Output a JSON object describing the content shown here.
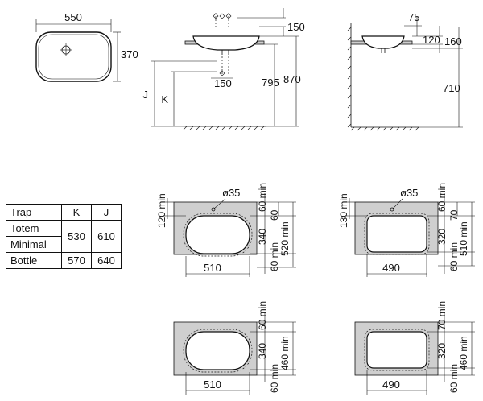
{
  "top_view": {
    "width_label": "550",
    "depth_label": "370"
  },
  "front_view": {
    "labels": [
      "150",
      "150",
      "795",
      "870"
    ],
    "j_label": "J",
    "k_label": "K"
  },
  "side_view": {
    "labels": [
      "75",
      "120",
      "160",
      "710"
    ]
  },
  "trap_table": {
    "header": [
      "Trap",
      "K",
      "J"
    ],
    "rows": [
      {
        "name": "Totem"
      },
      {
        "name": "Minimal",
        "k": "530",
        "j": "610"
      },
      {
        "name": "Bottle",
        "k": "570",
        "j": "640"
      }
    ]
  },
  "cutouts": [
    {
      "id": "a",
      "hole": "ø35",
      "top_min": "120 min",
      "right_min": "60 min",
      "right_gap": "60",
      "height": "340",
      "total": "520 min",
      "bottom_min": "60 min",
      "width": "510"
    },
    {
      "id": "b",
      "hole": "ø35",
      "top_min": "130 min",
      "right_min": "60 min",
      "right_gap": "70",
      "height": "320",
      "total": "510 min",
      "bottom_min": "60 min",
      "width": "490"
    },
    {
      "id": "c",
      "right_min": "60 min",
      "height": "340",
      "total": "460 min",
      "bottom_min": "60 min",
      "width": "510"
    },
    {
      "id": "d",
      "right_min": "70 min",
      "height": "320",
      "total": "460 min",
      "bottom_min": "60 min",
      "width": "490"
    }
  ]
}
